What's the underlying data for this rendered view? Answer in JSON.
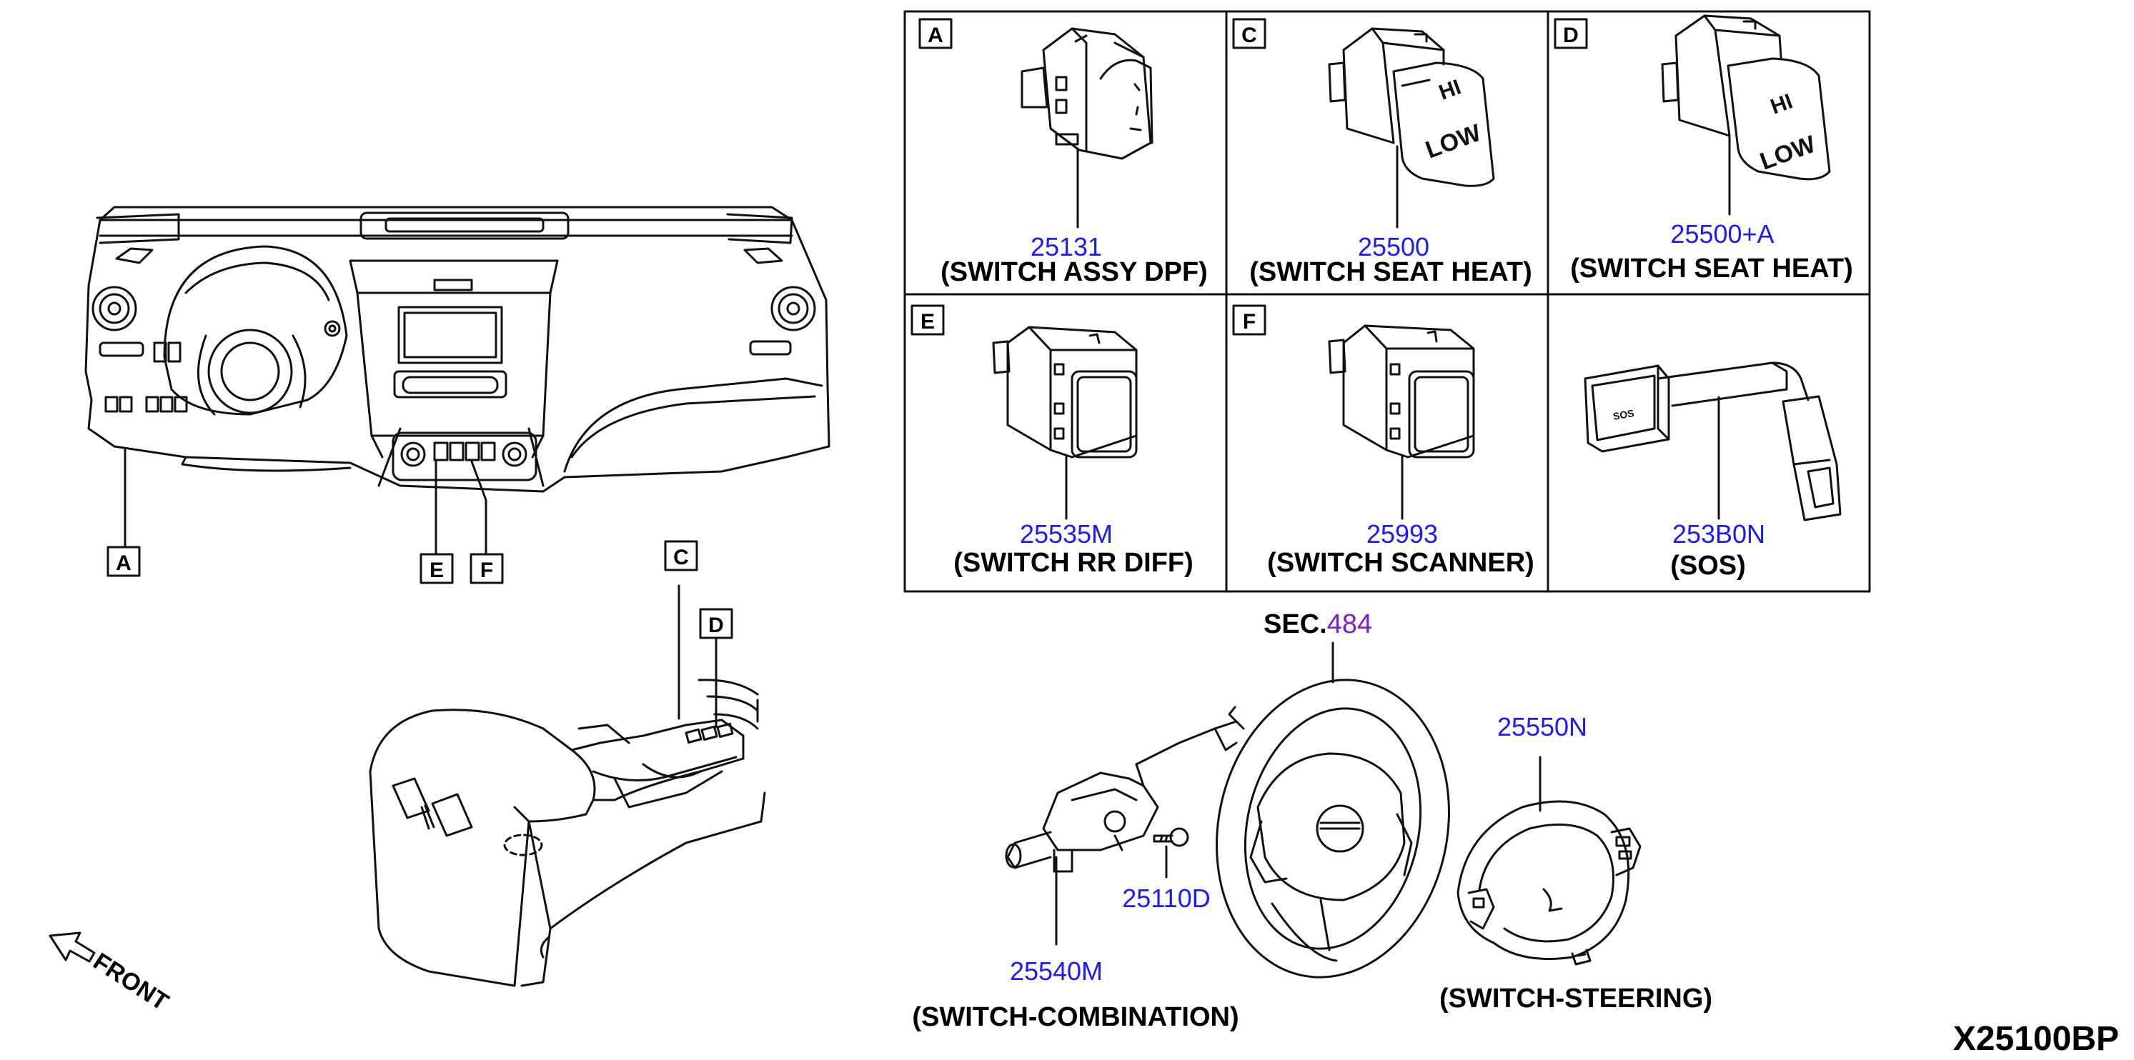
{
  "colors": {
    "line": "#111111",
    "part_number": "#1a1aff",
    "section_ref": "#7a1fd6",
    "caption": "#000000"
  },
  "callouts": {
    "a": "A",
    "e": "E",
    "f": "F",
    "c": "C",
    "d": "D"
  },
  "front_label": "FRONT",
  "panels": {
    "a": {
      "letter": "A",
      "part": "25131",
      "caption": "(SWITCH ASSY DPF)"
    },
    "c": {
      "letter": "C",
      "part": "25500",
      "caption": "(SWITCH SEAT HEAT)"
    },
    "d": {
      "letter": "D",
      "part": "25500+A",
      "caption": "(SWITCH SEAT HEAT)"
    },
    "e": {
      "letter": "E",
      "part": "25535M",
      "caption": "(SWITCH RR DIFF)"
    },
    "f": {
      "letter": "F",
      "part": "25993",
      "caption": "(SWITCH SCANNER)"
    },
    "sos": {
      "part": "253B0N",
      "caption": "(SOS)"
    }
  },
  "switch_marks": {
    "hi": "HI",
    "low": "LOW",
    "sos": "SOS"
  },
  "steering": {
    "sec_prefix": "SEC.",
    "sec_number": "484",
    "combination_part": "25540M",
    "combination_caption": "(SWITCH-COMBINATION)",
    "bolt_part": "25110D",
    "steering_switch_part": "25550N",
    "steering_switch_caption": "(SWITCH-STEERING)"
  },
  "diagram_code": "X25100BP"
}
